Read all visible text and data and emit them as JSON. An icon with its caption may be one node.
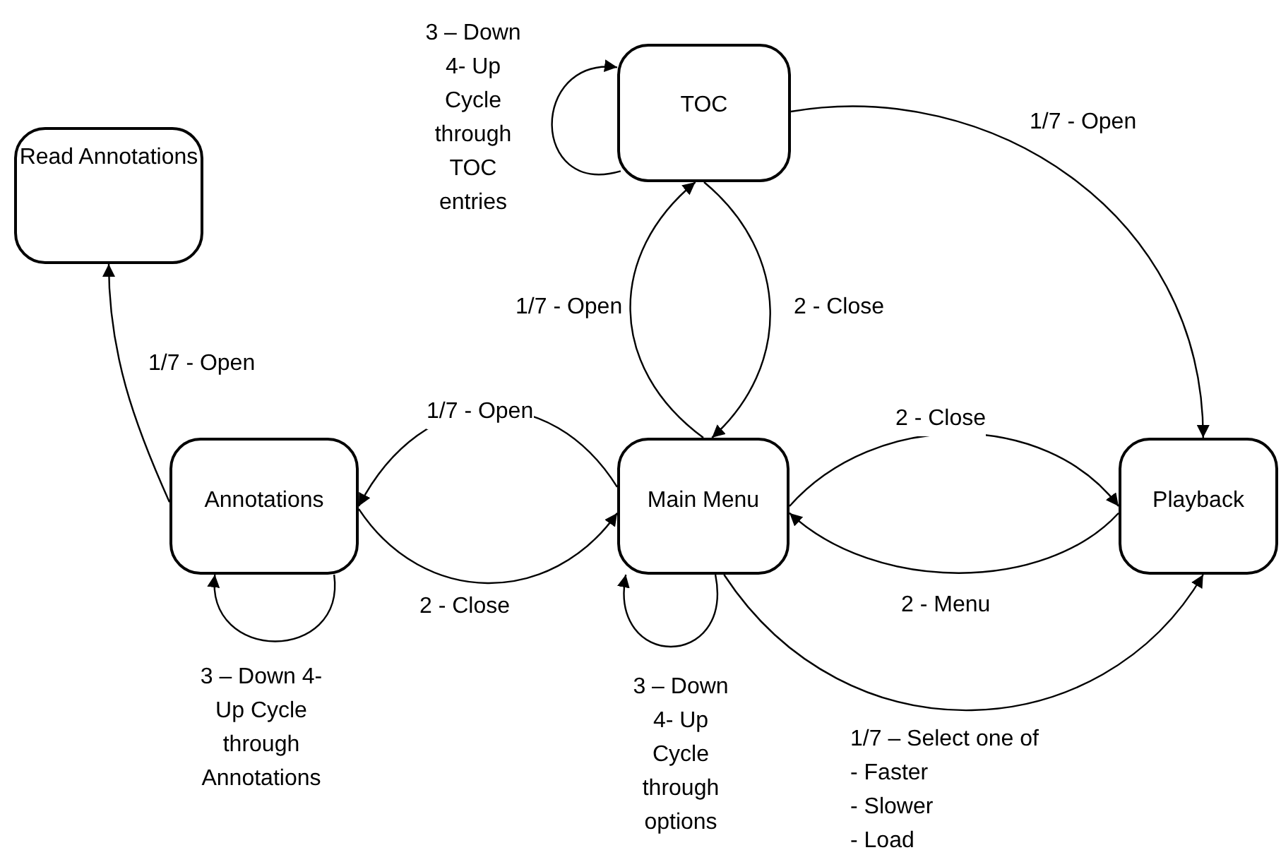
{
  "diagram": {
    "nodes": [
      {
        "text": [
          "Read Annotations"
        ]
      },
      {
        "text": [
          "TOC"
        ]
      },
      {
        "text": [
          "Annotations"
        ]
      },
      {
        "text": [
          "Main Menu"
        ]
      },
      {
        "text": [
          "Playback"
        ]
      }
    ],
    "edges": [
      {
        "from": 2,
        "to": 0,
        "arrow": "to",
        "label": "1/7 - Open"
      },
      {
        "from": 2,
        "to": 2,
        "arrow": "to",
        "label": "3 – Down 4- Up Cycle through Annotations"
      },
      {
        "from": 3,
        "to": 2,
        "arrow": "to",
        "label": "1/7 - Open"
      },
      {
        "from": 2,
        "to": 3,
        "arrow": "to",
        "label": "2 - Close"
      },
      {
        "from": 1,
        "to": 1,
        "arrow": "to",
        "label": "3 – Down 4- Up Cycle through TOC entries"
      },
      {
        "from": 3,
        "to": 1,
        "arrow": "to",
        "label": "1/7 - Open"
      },
      {
        "from": 1,
        "to": 3,
        "arrow": "to",
        "label": "2 - Close"
      },
      {
        "from": 1,
        "to": 4,
        "arrow": "to",
        "label": "1/7 - Open"
      },
      {
        "from": 3,
        "to": 4,
        "arrow": "to",
        "label": "2 - Close"
      },
      {
        "from": 4,
        "to": 3,
        "arrow": "to",
        "label": "2 - Menu"
      },
      {
        "from": 3,
        "to": 3,
        "arrow": "to",
        "label": "3 – Down 4- Up Cycle through options"
      },
      {
        "from": 3,
        "to": 4,
        "arrow": "to",
        "label": "1/7 – Select one of - Faster - Slower - Load"
      }
    ]
  }
}
